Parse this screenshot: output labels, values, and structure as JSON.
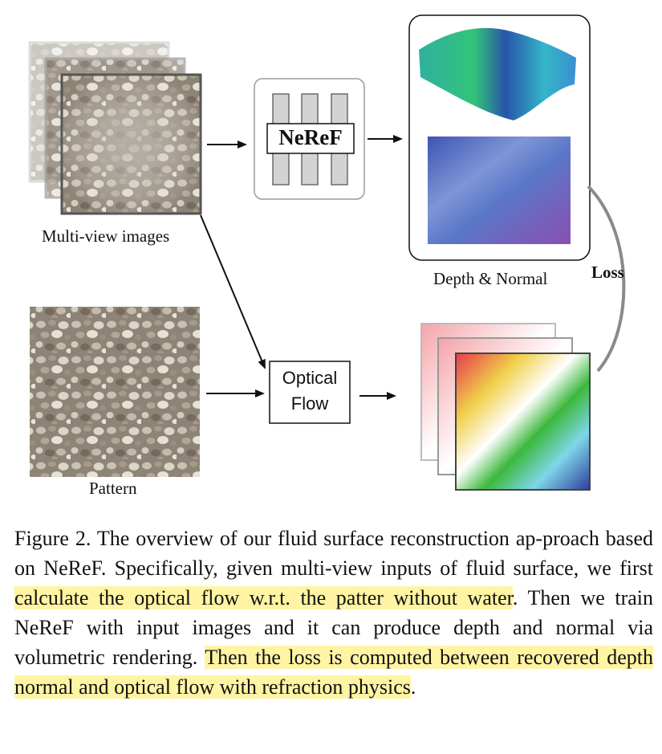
{
  "figure": {
    "multiview_label": "Multi-view images",
    "pattern_label": "Pattern",
    "neref_label": "NeReF",
    "optical_flow_label_line1": "Optical",
    "optical_flow_label_line2": "Flow",
    "depth_normal_label": "Depth & Normal",
    "loss_label": "Loss"
  },
  "caption": {
    "seg1": "Figure 2.  The overview of our fluid surface reconstruction ap-proach based on NeReF. Specifically, given multi-view inputs of fluid surface, we first ",
    "seg2_highlight": "calculate the optical flow w.r.t.  the patter without water",
    "seg3": ". Then we train NeReF with input images and it can produce depth and normal via volumetric rendering. ",
    "seg4_highlight": "Then the loss is computed between recovered depth normal and optical flow with refraction physics",
    "seg5": "."
  },
  "colors": {
    "highlight": "#fff4a3",
    "loss_curve": "#8a8a8a",
    "box_border": "#8a8a8a"
  }
}
